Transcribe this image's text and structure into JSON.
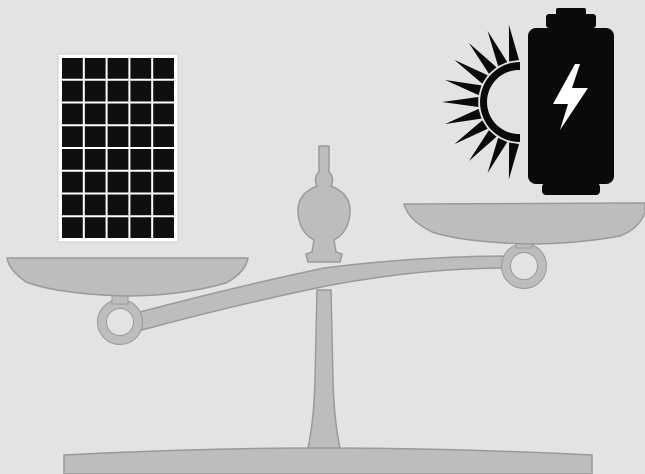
{
  "colors": {
    "background": "#e3e3e3",
    "scale_fill": "#bdbdbd",
    "scale_edge": "#9a9a9a",
    "panel_cell": "#0f0f0f",
    "panel_frame": "#ffffff",
    "battery_fill": "#0a0a0a",
    "bolt_fill": "#ffffff"
  },
  "icons": {
    "left_pan_item": "solar-panel-icon",
    "right_pan_item": "solar-battery-icon",
    "scale": "balance-scale-icon"
  },
  "solar_panel": {
    "columns": 5,
    "rows": 8
  },
  "sun": {
    "rays": 11
  }
}
